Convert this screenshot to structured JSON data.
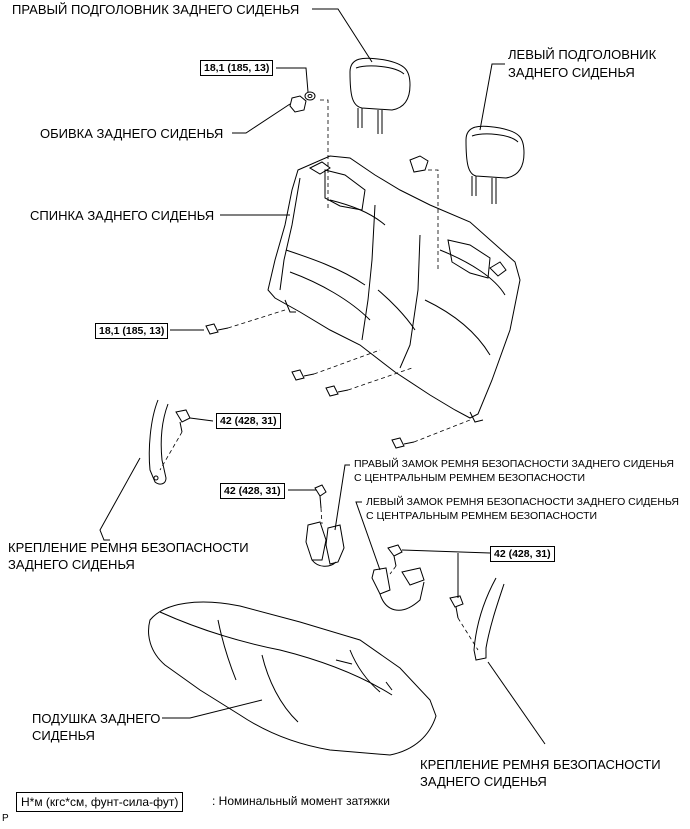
{
  "labels": {
    "right_headrest": "ПРАВЫЙ ПОДГОЛОВНИК ЗАДНЕГО СИДЕНЬЯ",
    "left_headrest_1": "ЛЕВЫЙ ПОДГОЛОВНИК",
    "left_headrest_2": "ЗАДНЕГО СИДЕНЬЯ",
    "seat_trim": "ОБИВКА ЗАДНЕГО СИДЕНЬЯ",
    "seatback": "СПИНКА ЗАДНЕГО СИДЕНЬЯ",
    "right_buckle_1": "ПРАВЫЙ ЗАМОК РЕМНЯ БЕЗОПАСНОСТИ ЗАДНЕГО СИДЕНЬЯ",
    "right_buckle_2": "С ЦЕНТРАЛЬНЫМ РЕМНЕМ БЕЗОПАСНОСТИ",
    "left_buckle_1": "ЛЕВЫЙ ЗАМОК РЕМНЯ БЕЗОПАСНОСТИ ЗАДНЕГО СИДЕНЬЯ",
    "left_buckle_2": "С ЦЕНТРАЛЬНЫМ РЕМНЕМ БЕЗОПАСНОСТИ",
    "belt_anchor_left_1": "КРЕПЛЕНИЕ РЕМНЯ БЕЗОПАСНОСТИ",
    "belt_anchor_left_2": "ЗАДНЕГО СИДЕНЬЯ",
    "belt_anchor_right_1": "КРЕПЛЕНИЕ РЕМНЯ БЕЗОПАСНОСТИ",
    "belt_anchor_right_2": "ЗАДНЕГО СИДЕНЬЯ",
    "cushion_1": "ПОДУШКА ЗАДНЕГО",
    "cushion_2": "СИДЕНЬЯ"
  },
  "torque": {
    "top": "18,1 (185, 13)",
    "seatback": "18,1 (185, 13)",
    "anchor_left": "42 (428, 31)",
    "buckle": "42 (428, 31)",
    "anchor_right": "42 (428, 31)"
  },
  "legend": {
    "unit": "Н*м (кгс*см, фунт-сила-фут)",
    "text": ": Номинальный момент затяжки"
  },
  "corner_mark": "P"
}
